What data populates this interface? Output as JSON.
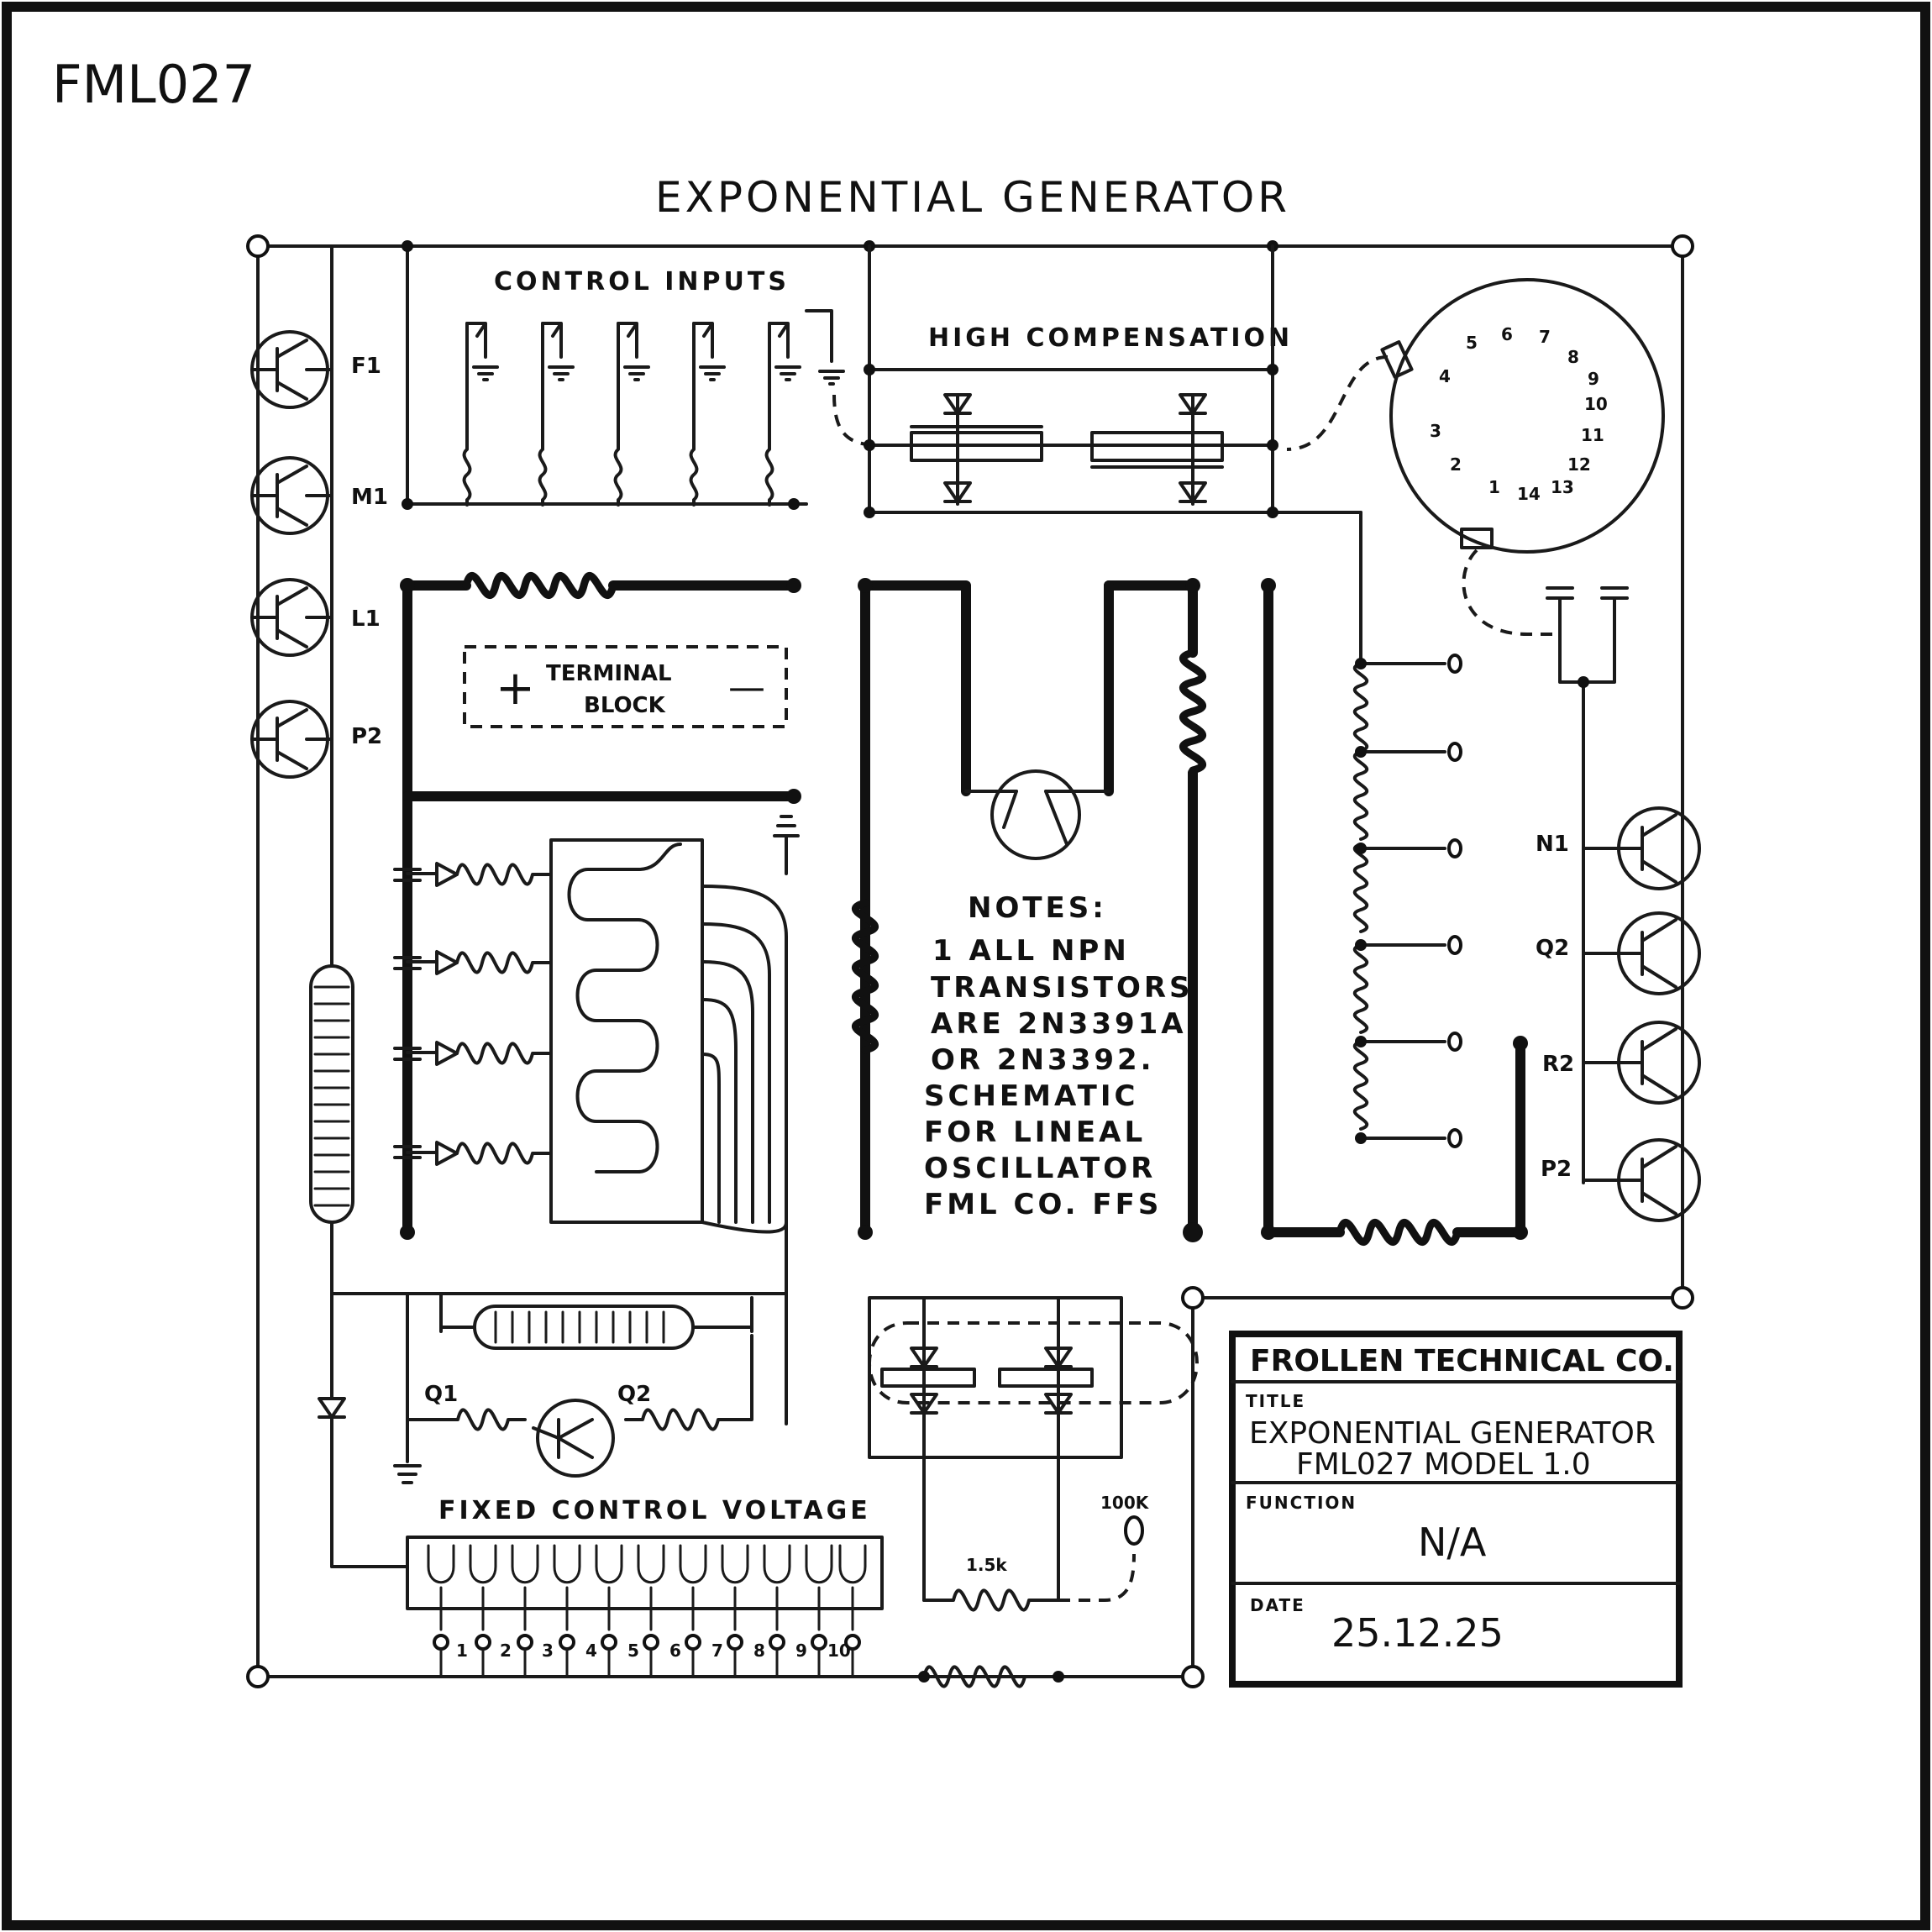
{
  "sheet_id": "FML027",
  "title": "EXPONENTIAL GENERATOR",
  "sections": {
    "control_inputs": "CONTROL INPUTS",
    "high_compensation": "HIGH COMPENSATION",
    "fixed_control_voltage": "FIXED CONTROL VOLTAGE"
  },
  "terminal_block": {
    "line1": "TERMINAL",
    "line2": "BLOCK",
    "plus": "+",
    "minus": "—"
  },
  "left_transistors": [
    "F1",
    "M1",
    "L1",
    "P2"
  ],
  "right_transistors": [
    "N1",
    "Q2",
    "R2",
    "P2"
  ],
  "transistor_labels": {
    "q1": "Q1",
    "q2": "Q2"
  },
  "component_values": {
    "r_small": "1.5k",
    "pot": "100K"
  },
  "rotary_switch_positions": [
    "1",
    "2",
    "3",
    "4",
    "5",
    "6",
    "7",
    "8",
    "9",
    "10",
    "11",
    "12",
    "13",
    "14"
  ],
  "fixed_voltage_pins": [
    "1",
    "2",
    "3",
    "4",
    "5",
    "6",
    "7",
    "8",
    "9",
    "10"
  ],
  "notes": [
    "NOTES:",
    "1 ALL NPN",
    "TRANSISTORS",
    "ARE 2N3391A",
    "OR 2N3392.",
    "SCHEMATIC",
    "FOR LINEAL",
    "OSCILLATOR",
    "FML CO. FFS"
  ],
  "title_block": {
    "company": "FROLLEN TECHNICAL CO.",
    "title_caption": "TITLE",
    "title_line1": "EXPONENTIAL GENERATOR",
    "title_line2": "FML027  MODEL 1.0",
    "function_caption": "FUNCTION",
    "function_value": "N/A",
    "date_caption": "DATE",
    "date_value": "25.12.25"
  }
}
